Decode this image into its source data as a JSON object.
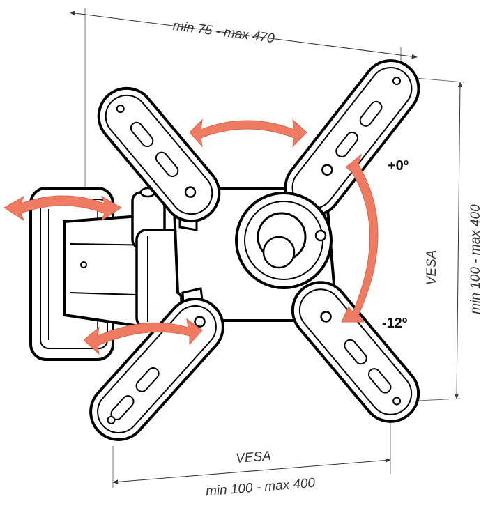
{
  "dimensions": {
    "top": "min 75 - max 470",
    "bottom_label": "VESA",
    "bottom_range": "min 100 - max 400",
    "right_label": "VESA",
    "right_range": "min 100 - max 400"
  },
  "tilt": {
    "up": "+0º",
    "down": "-12º"
  },
  "colors": {
    "arrow": "#ef7b62",
    "line": "#000000"
  }
}
